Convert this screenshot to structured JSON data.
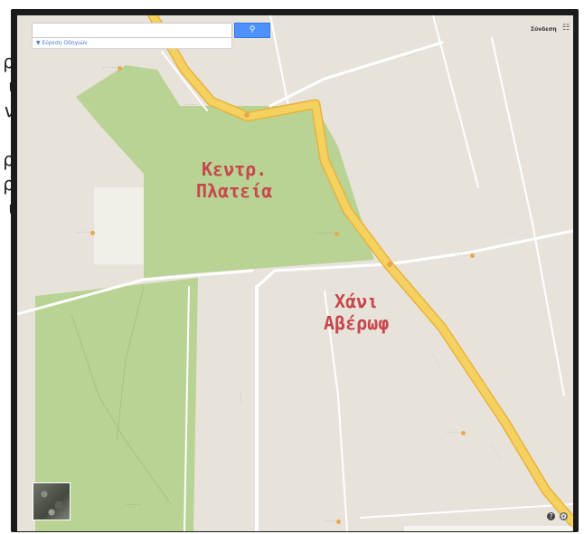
{
  "page_left_fragment": {
    "lines": [
      "ρ",
      "ι",
      "ν",
      "",
      "ρ",
      "ρ",
      "ι"
    ]
  },
  "map": {
    "colors": {
      "background": "#e8e3da",
      "park": "#b8d394",
      "main_road": "#f5d160",
      "main_road_edge": "#e7b23d",
      "minor_road": "#ffffff",
      "label_accent": "#c8474d"
    },
    "overlay_labels": {
      "center_square_line1": "Κεντρ.",
      "center_square_line2": "Πλατεία",
      "hani_line1": "Χάνι",
      "hani_line2": "Αβέρωφ"
    }
  },
  "search": {
    "button_icon": "search-icon",
    "button_glyph": "⚲",
    "sub_link": "▼ Εύρεση Οδηγιών"
  },
  "top_right": {
    "sign_in": "Σύνδεση",
    "menu_glyph": "☷"
  },
  "controls": {
    "help_glyph": "?",
    "settings_glyph": "✿"
  }
}
